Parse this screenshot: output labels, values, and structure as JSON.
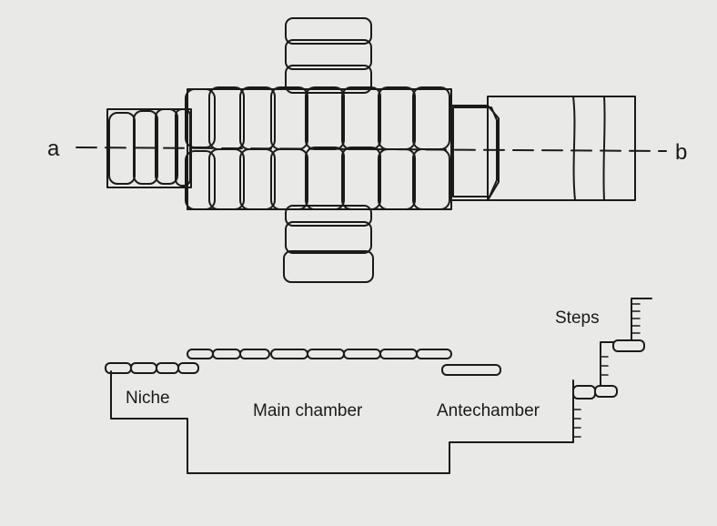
{
  "labels": {
    "section_start": "a",
    "section_end": "b",
    "niche": "Niche",
    "main_chamber": "Main chamber",
    "antechamber": "Antechamber",
    "steps": "Steps"
  },
  "colors": {
    "background": "#e9e9e7",
    "ink": "#1a1a1a"
  }
}
